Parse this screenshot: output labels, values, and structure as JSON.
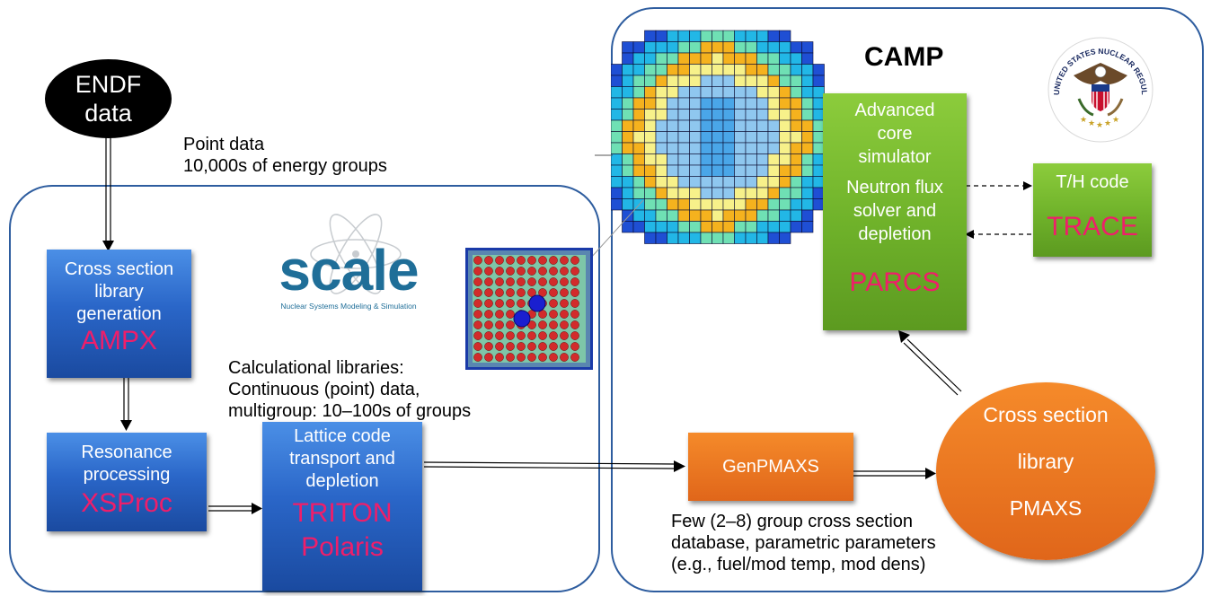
{
  "endf": {
    "line1": "ENDF",
    "line2": "data"
  },
  "point_data": {
    "line1": "Point data",
    "line2": "10,000s of energy groups"
  },
  "ampx": {
    "l1": "Cross section",
    "l2": "library",
    "l3": "generation",
    "code": "AMPX"
  },
  "xsproc": {
    "l1": "Resonance",
    "l2": "processing",
    "code": "XSProc"
  },
  "triton": {
    "l1": "Lattice code",
    "l2": "transport and",
    "l3": "depletion",
    "code1": "TRITON",
    "code2": "Polaris"
  },
  "scale_logo": {
    "word": "scale",
    "tagline": "Nuclear Systems Modeling & Simulation"
  },
  "calc_libs": {
    "l1": "Calculational libraries:",
    "l2": "Continuous (point) data,",
    "l3": "multigroup: 10–100s of groups"
  },
  "camp": {
    "title": "CAMP"
  },
  "nrc_seal": {
    "text": "UNITED STATES NUCLEAR REGULATORY COMMISSION"
  },
  "parcs": {
    "l1": "Advanced",
    "l2": "core",
    "l3": "simulator",
    "l4": "Neutron flux",
    "l5": "solver and",
    "l6": "depletion",
    "code": "PARCS"
  },
  "trace": {
    "l1": "T/H code",
    "code": "TRACE"
  },
  "genpmaxs": {
    "label": "GenPMAXS"
  },
  "pmaxs": {
    "l1": "Cross section",
    "l2": "library",
    "l3": "PMAXS"
  },
  "few_group": {
    "l1": "Few (2–8) group cross section",
    "l2": "database, parametric parameters",
    "l3": "(e.g., fuel/mod temp, mod dens)"
  },
  "colors": {
    "code_text": "#ef1e6a",
    "blue_box": "#2a66c8",
    "green_box": "#6fb22a",
    "orange_box": "#e0661a",
    "region_border": "#2e5d9f"
  }
}
